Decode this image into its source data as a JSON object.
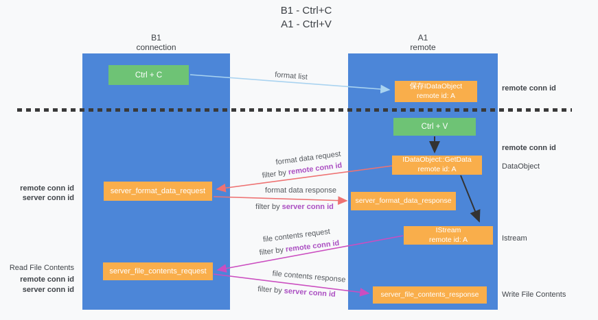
{
  "title": {
    "line1": "B1 - Ctrl+C",
    "line2": "A1 - Ctrl+V"
  },
  "lanes": {
    "b1": {
      "name": "B1",
      "subtitle": "connection"
    },
    "a1": {
      "name": "A1",
      "subtitle": "remote"
    }
  },
  "boxes": {
    "ctrl_c": {
      "label": "Ctrl + C"
    },
    "ctrl_v": {
      "label": "Ctrl + V"
    },
    "save_dataobject": {
      "line1": "保存IDataObject",
      "line2": "remote id: A"
    },
    "getdata": {
      "line1": "IDataObject::GetData",
      "line2": "remote id: A"
    },
    "istream": {
      "line1": "IStream",
      "line2": "remote id: A"
    },
    "server_format_data_request": {
      "label": "server_format_data_request"
    },
    "server_format_data_response": {
      "label": "server_format_data_response"
    },
    "server_file_contents_request": {
      "label": "server_file_contents_request"
    },
    "server_file_contents_response": {
      "label": "server_file_contents_response"
    }
  },
  "arrow_labels": {
    "format_list": "format list",
    "format_data_request": "format data request",
    "format_data_request_filter_prefix": "filter by ",
    "format_data_request_filter_key": "remote conn id",
    "format_data_response": "format data response",
    "format_data_response_filter_prefix": "filter by ",
    "format_data_response_filter_key": "server conn id",
    "file_contents_request": "file contents request",
    "file_contents_request_filter_prefix": "filter by ",
    "file_contents_request_filter_key": "remote conn id",
    "file_contents_response": "file contents response",
    "file_contents_response_filter_prefix": "filter by ",
    "file_contents_response_filter_key": "server conn id"
  },
  "side_labels": {
    "right_remote_conn_id_top": "remote conn id",
    "right_remote_conn_id_mid": "remote conn id",
    "right_dataobject": "DataObject",
    "right_istream": "Istream",
    "right_write_file_contents": "Write File Contents",
    "left_remote_conn_id_top": "remote conn id",
    "left_server_conn_id_top": "server conn id",
    "left_read_file_contents": "Read File Contents",
    "left_remote_conn_id_bottom": "remote conn id",
    "left_server_conn_id_bottom": "server conn id"
  },
  "colors": {
    "lane_blue": "#4c86d8",
    "box_orange": "#f9ae4b",
    "box_green": "#6ec375",
    "arrow_light_blue": "#a9d3f0",
    "arrow_red": "#ee7272",
    "arrow_magenta": "#cb4ec0",
    "arrow_black": "#333333",
    "text_purple": "#ab4fc2",
    "text_green": "#5cb85c",
    "dashed_line": "#3a3a3a"
  }
}
